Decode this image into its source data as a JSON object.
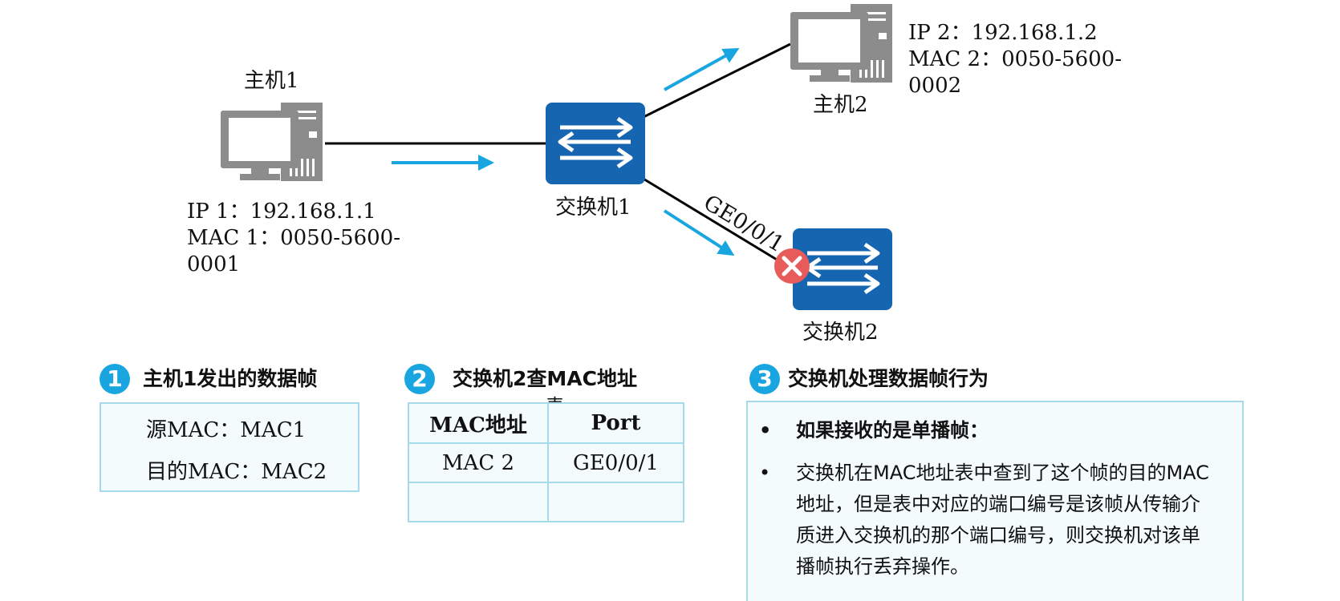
{
  "nodes": {
    "host1": {
      "name": "主机1",
      "ip": "IP 1：192.168.1.1",
      "mac_line1": "MAC 1：0050-5600-",
      "mac_line2": "0001"
    },
    "host2": {
      "name": "主机2",
      "ip": "IP 2：192.168.1.2",
      "mac_line1": "MAC 2：0050-5600-",
      "mac_line2": "0002"
    },
    "switch1": {
      "name": "交换机1"
    },
    "switch2": {
      "name": "交换机2"
    }
  },
  "links": {
    "port_label": "GE0/0/1"
  },
  "colors": {
    "switch_blue": "#1565b0",
    "arrow_blue": "#19a6e0",
    "drop_red": "#e85b5b",
    "computer_gray": "#8c8c8c",
    "box_border": "#a6d9ea",
    "box_fill": "#f3fbfd"
  },
  "icons": [
    "computer-icon",
    "switch-icon",
    "flow-arrow",
    "drop-x-icon"
  ],
  "step1": {
    "number": "1",
    "title": "主机1发出的数据帧",
    "src_mac": "源MAC：MAC1",
    "dst_mac": "目的MAC：MAC2"
  },
  "step2": {
    "number": "2",
    "title_line1": "交换机2查MAC地址",
    "title_line2": "表",
    "headers": [
      "MAC地址",
      "Port"
    ],
    "rows": [
      [
        "MAC 2",
        "GE0/0/1"
      ],
      [
        "",
        ""
      ]
    ]
  },
  "step3": {
    "number": "3",
    "title": "交换机处理数据帧行为",
    "bullets": [
      "如果接收的是单播帧：",
      "交换机在MAC地址表中查到了这个帧的目的MAC地址，但是表中对应的端口编号是该帧从传输介质进入交换机的那个端口编号，则交换机对该单播帧执行丢弃操作。"
    ],
    "bullet_char": "•"
  }
}
